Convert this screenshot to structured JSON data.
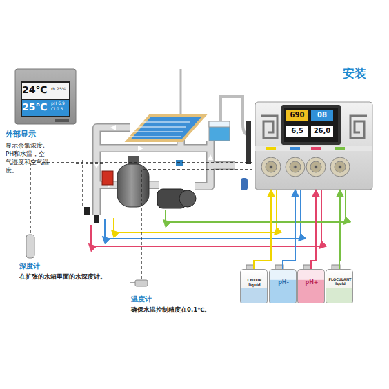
{
  "diagram": {
    "title": "安装",
    "nodes": [
      {
        "text": [
          "24℃",
          "rh 25%",
          "25℃",
          "pH 6.9 Cl 0.5",
          "外部显示",
          "显示余氯浓度, PH和水温，空气湿度和空气温度。"
        ]
      },
      {
        "text": [
          "690",
          "08",
          "6,5",
          "26,0"
        ]
      },
      {
        "text": [
          "CHLOR liquid"
        ]
      },
      {
        "text": [
          "pH-"
        ]
      },
      {
        "text": [
          "pH+"
        ]
      },
      {
        "text": [
          "FLOCULANT liquid"
        ]
      },
      {
        "text": [
          "深度计",
          "在扩张的水箱里面的水深度计。"
        ]
      },
      {
        "text": [
          "温度计",
          "确保水温控制精度在0.1℃。"
        ]
      }
    ],
    "edges": [
      {
        "from": 2,
        "to": 1,
        "arrow": "to"
      },
      {
        "from": 3,
        "to": 1,
        "arrow": "to"
      },
      {
        "from": 4,
        "to": 1,
        "arrow": "to"
      },
      {
        "from": 5,
        "to": 1,
        "arrow": "to"
      },
      {
        "from": 6,
        "to": 1,
        "arrow": "none"
      },
      {
        "from": 7,
        "to": 1,
        "arrow": "none"
      }
    ]
  }
}
